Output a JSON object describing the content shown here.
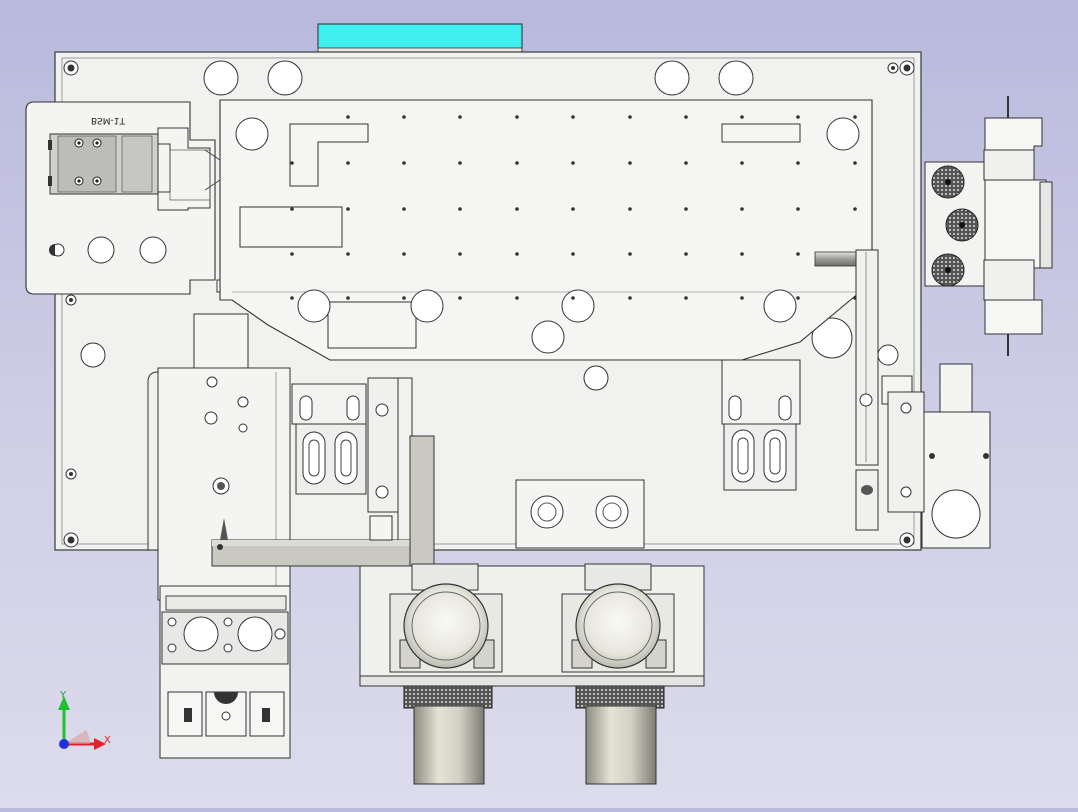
{
  "viewport": {
    "background_top": "#b9b9dd",
    "background_bottom": "#dcdcec"
  },
  "model": {
    "part_label": "BSM-1T",
    "label_mirrored": true,
    "base_color": "#f1f1ef",
    "edge_color": "#3a3a3a",
    "accent_color": "#40f0f0",
    "lens_color": "#d8d8cc",
    "rod_color": "#b0b0b0",
    "dark_plate_color": "#c9c9c2"
  },
  "triad": {
    "x_label": "X",
    "y_label": "Y",
    "x_color": "#e0202a",
    "y_color": "#20c030",
    "z_color": "#2030e0"
  }
}
